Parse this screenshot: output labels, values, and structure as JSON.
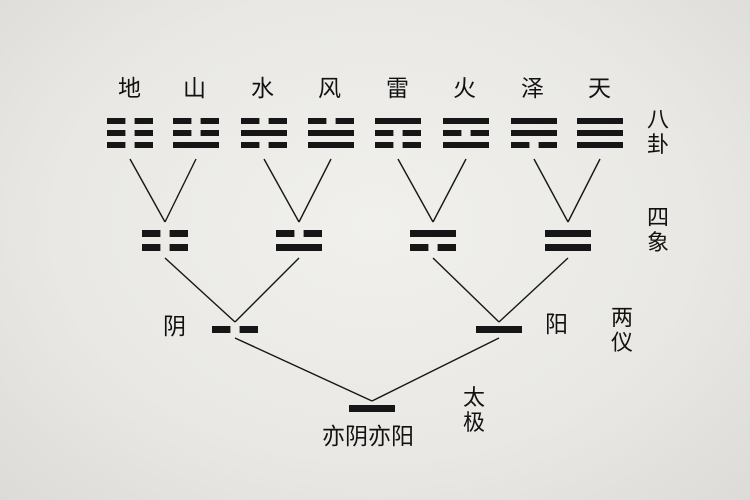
{
  "trigrams": [
    {
      "name": "地",
      "lines": [
        0,
        0,
        0
      ]
    },
    {
      "name": "山",
      "lines": [
        1,
        0,
        0
      ]
    },
    {
      "name": "水",
      "lines": [
        0,
        1,
        0
      ]
    },
    {
      "name": "风",
      "lines": [
        1,
        1,
        0
      ]
    },
    {
      "name": "雷",
      "lines": [
        0,
        0,
        1
      ]
    },
    {
      "name": "火",
      "lines": [
        1,
        0,
        1
      ]
    },
    {
      "name": "泽",
      "lines": [
        0,
        1,
        1
      ]
    },
    {
      "name": "天",
      "lines": [
        1,
        1,
        1
      ]
    }
  ],
  "images": [
    {
      "lines": [
        0,
        0
      ]
    },
    {
      "lines": [
        1,
        0
      ]
    },
    {
      "lines": [
        0,
        1
      ]
    },
    {
      "lines": [
        1,
        1
      ]
    }
  ],
  "poles": {
    "yin": {
      "label": "阴",
      "lines": [
        0
      ]
    },
    "yang": {
      "label": "阳",
      "lines": [
        1
      ]
    }
  },
  "root": {
    "label": "亦阴亦阳",
    "lines": [
      1
    ]
  },
  "levels": {
    "bagua": "八卦",
    "sixiang": "四象",
    "liangyi": "两仪",
    "taiji": "太极"
  },
  "colors": {
    "ink": "#161616",
    "paper": "#ecebe7"
  }
}
